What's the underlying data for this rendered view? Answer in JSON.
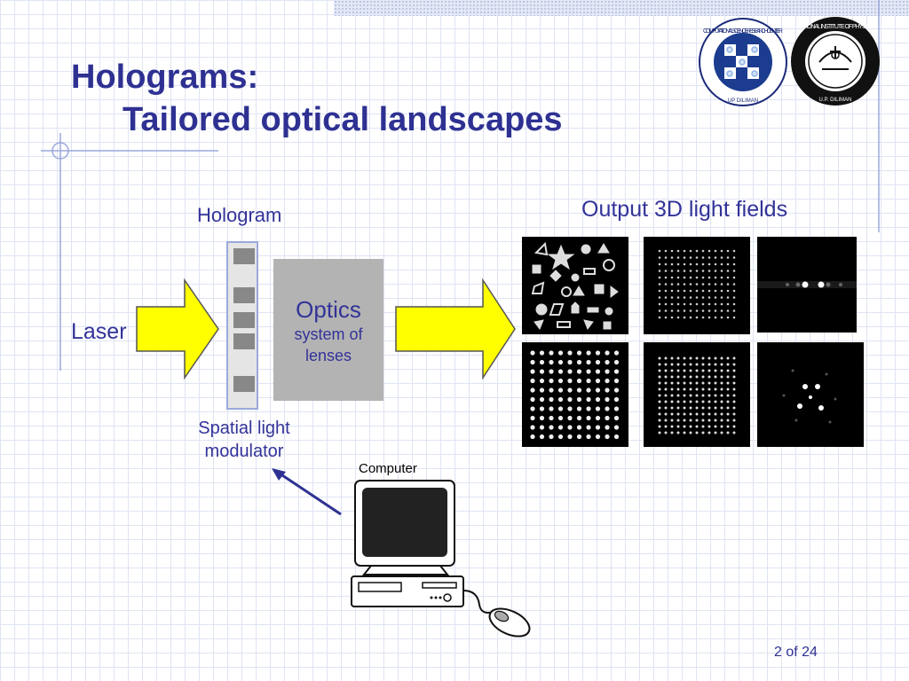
{
  "slide": {
    "title_line1": "Holograms:",
    "title_line2": "Tailored optical landscapes",
    "page_number": "2 of 24"
  },
  "logos": {
    "left_logo_text": "COMPUTATIONAL SCIENCE RESEARCH CENTER",
    "left_logo_bottom": "UP DILIMAN",
    "right_logo_text": "NATIONAL INSTITUTE OF PHYSICS",
    "right_logo_bottom": "U.P. DILIMAN"
  },
  "diagram": {
    "hologram_label": "Hologram",
    "laser_label": "Laser",
    "optics_title": "Optics",
    "optics_sub_line1": "system of",
    "optics_sub_line2": "lenses",
    "slm_line1": "Spatial light",
    "slm_line2": "modulator",
    "computer_label": "Computer",
    "output_label": "Output 3D light fields"
  },
  "colors": {
    "title": "#2e3192",
    "arrow_fill": "#ffff00",
    "optics_box": "#b3b3b3"
  }
}
